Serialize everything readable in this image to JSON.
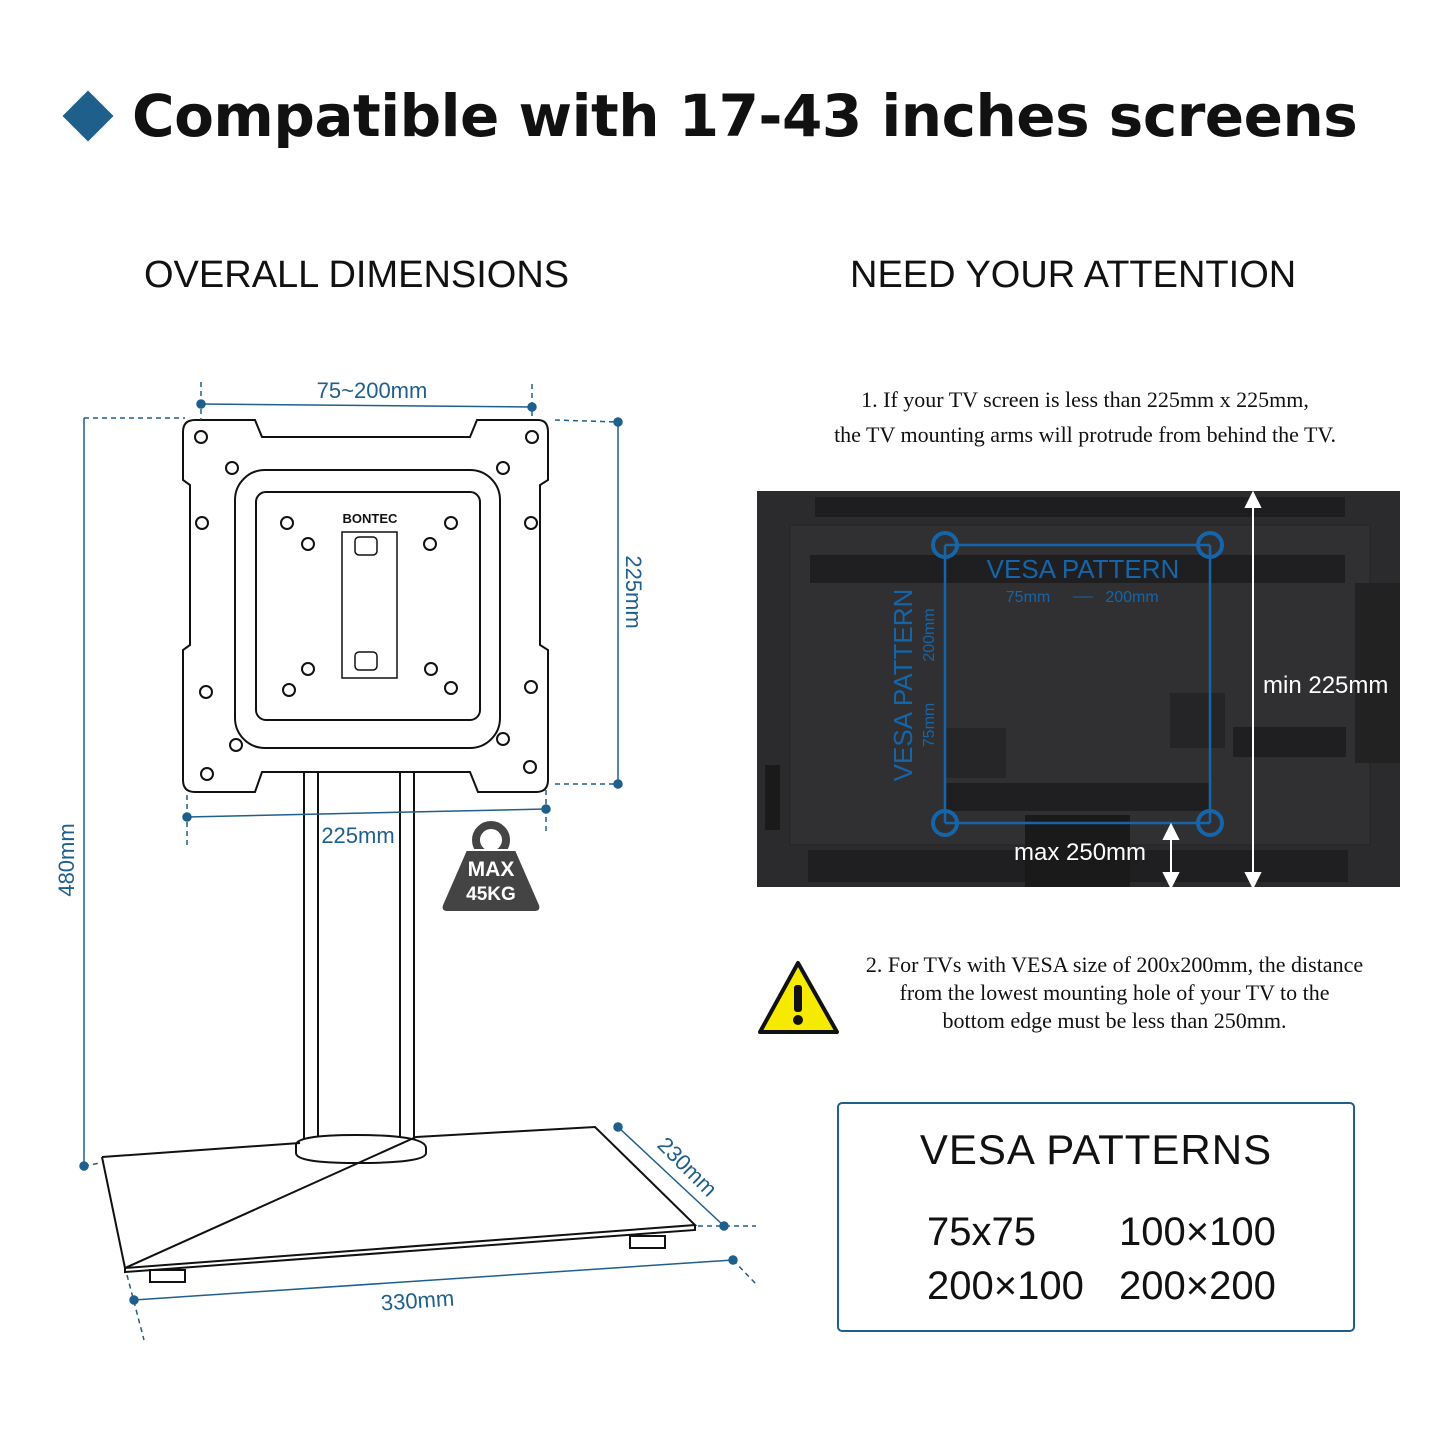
{
  "header": {
    "title": "Compatible with 17-43 inches screens",
    "accent_color": "#1f5f8b"
  },
  "left": {
    "heading": "OVERALL DIMENSIONS",
    "brand_logo": "BONTEC",
    "dimensions": {
      "vesa_range": "75~200mm",
      "plate_height": "225mm",
      "plate_width": "225mm",
      "total_height": "480mm",
      "base_depth": "230mm",
      "base_width": "330mm"
    },
    "weight_badge": {
      "line1": "MAX",
      "line2": "45KG"
    }
  },
  "right": {
    "heading": "NEED YOUR ATTENTION",
    "note1": {
      "line1": "1. If your TV screen is less than 225mm x 225mm,",
      "line2": "the TV mounting arms will protrude from behind the TV."
    },
    "tv": {
      "vesa_label": "VESA PATTERN",
      "vesa_range_min": "75mm",
      "vesa_range_max": "200mm",
      "min_label": "min 225mm",
      "max_label": "max 250mm"
    },
    "note2": {
      "line1": "2. For TVs with VESA size of 200x200mm, the distance",
      "line2": "from the lowest mounting hole of your TV to the",
      "line3": "bottom edge must be less than 250mm."
    },
    "vesa_box": {
      "title": "VESA PATTERNS",
      "items": [
        "75x75",
        "100×100",
        "200×100",
        "200×200"
      ]
    }
  },
  "colors": {
    "dimension": "#1f5f8b",
    "vesa_blue": "#1565a8",
    "tv_body": "#2b2b2d",
    "warning_yellow": "#f5ea00"
  }
}
